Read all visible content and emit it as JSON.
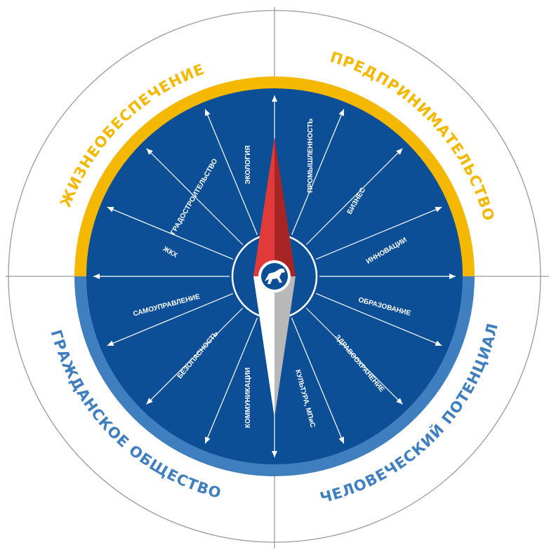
{
  "quadrants": [
    {
      "id": "life",
      "label": "ЖИЗНЕОБЕСПЕЧЕНИЕ",
      "color": "#f5b800"
    },
    {
      "id": "business",
      "label": "ПРЕДПРИНИМАТЕЛЬСТВО",
      "color": "#f5b800"
    },
    {
      "id": "civil",
      "label": "ГРАЖДАНСКОЕ  ОБЩЕСТВО",
      "color": "#3f7fbf"
    },
    {
      "id": "human",
      "label": "ЧЕЛОВЕЧЕСКИЙ  ПОТЕНЦИАЛ",
      "color": "#3f7fbf"
    }
  ],
  "sectors": [
    {
      "id": "ecology",
      "label": "ЭКОЛОГИЯ"
    },
    {
      "id": "industry",
      "label": "ПРОМЫШЛЕННОСТЬ"
    },
    {
      "id": "urban",
      "label": "ГРАДОСТРОИТЕЛЬСТВО"
    },
    {
      "id": "biz",
      "label": "БИЗНЕС"
    },
    {
      "id": "housing",
      "label": "ЖКХ"
    },
    {
      "id": "innovation",
      "label": "ИННОВАЦИИ"
    },
    {
      "id": "selfgov",
      "label": "САМОУПРАВЛЕНИЕ"
    },
    {
      "id": "education",
      "label": "ОБРАЗОВАНИЕ"
    },
    {
      "id": "security",
      "label": "БЕЗОПАСНОСТЬ"
    },
    {
      "id": "health",
      "label": "ЗДРАВООХРАНЕНИЕ"
    },
    {
      "id": "comms",
      "label": "КОММУНИКАЦИИ"
    },
    {
      "id": "culture",
      "label": "КУЛЬТУРА, МПиС"
    }
  ],
  "center_emblem": "horse-emblem",
  "colors": {
    "disk": "#0d4f96",
    "ring_top": "#f5b800",
    "ring_bottom": "#3f7fbf",
    "needle_north": "#e03a3a",
    "needle_north_shade": "#a82525",
    "needle_south": "#ffffff",
    "needle_south_shade": "#b8b8b8"
  }
}
